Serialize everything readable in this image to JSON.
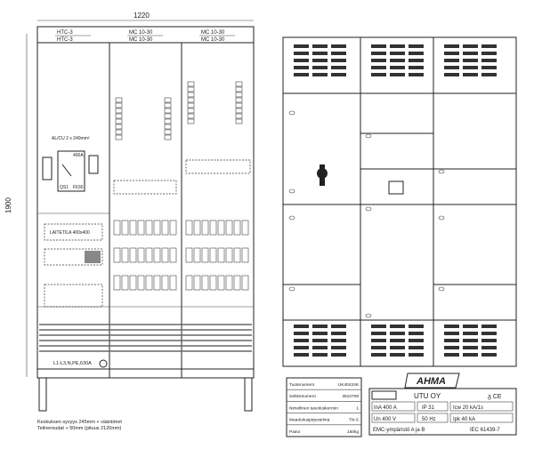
{
  "dimensions": {
    "width": "1220",
    "height": "1900"
  },
  "header": {
    "col1": [
      "HTC-3",
      "HTC-3"
    ],
    "col2": [
      "MC 10-30",
      "MC 10-30"
    ],
    "col3": [
      "MC 10-30",
      "MC 10-30"
    ]
  },
  "main_switch": {
    "cable": "AL/CU 2 x 240mm²",
    "rating": "400A",
    "qs": "QS1",
    "fuse": "F630"
  },
  "device_space": "LAITETILA    400x400",
  "busbar": "L1-L3,N,PE,630A",
  "notes": [
    "Keskuksen syvyys 245mm + vääntimet",
    "Telineroudat + 50mm (pituus 2120mm)"
  ],
  "brand": "AHMA",
  "info_table": [
    [
      "Tuotenumero",
      "UK40424K"
    ],
    [
      "Sähkönumero",
      "3510708"
    ],
    [
      "Nimellinen tasoituskerroin",
      "1"
    ],
    [
      "Maadoitusjärjestelmä",
      "TN-S"
    ],
    [
      "Paino",
      "150kg"
    ]
  ],
  "rating_plate": {
    "company": "UTU OY",
    "marks": "ᵹ CE",
    "row1": [
      "InA   400 A",
      "IP 31",
      "Icw  20 kA/1s"
    ],
    "row2": [
      "Un    400 V",
      "50 Hz",
      "Ipk    40 kA"
    ],
    "footer_left": "EMC-ympäristö  A ja B",
    "footer_right": "IEC 61439-7"
  }
}
